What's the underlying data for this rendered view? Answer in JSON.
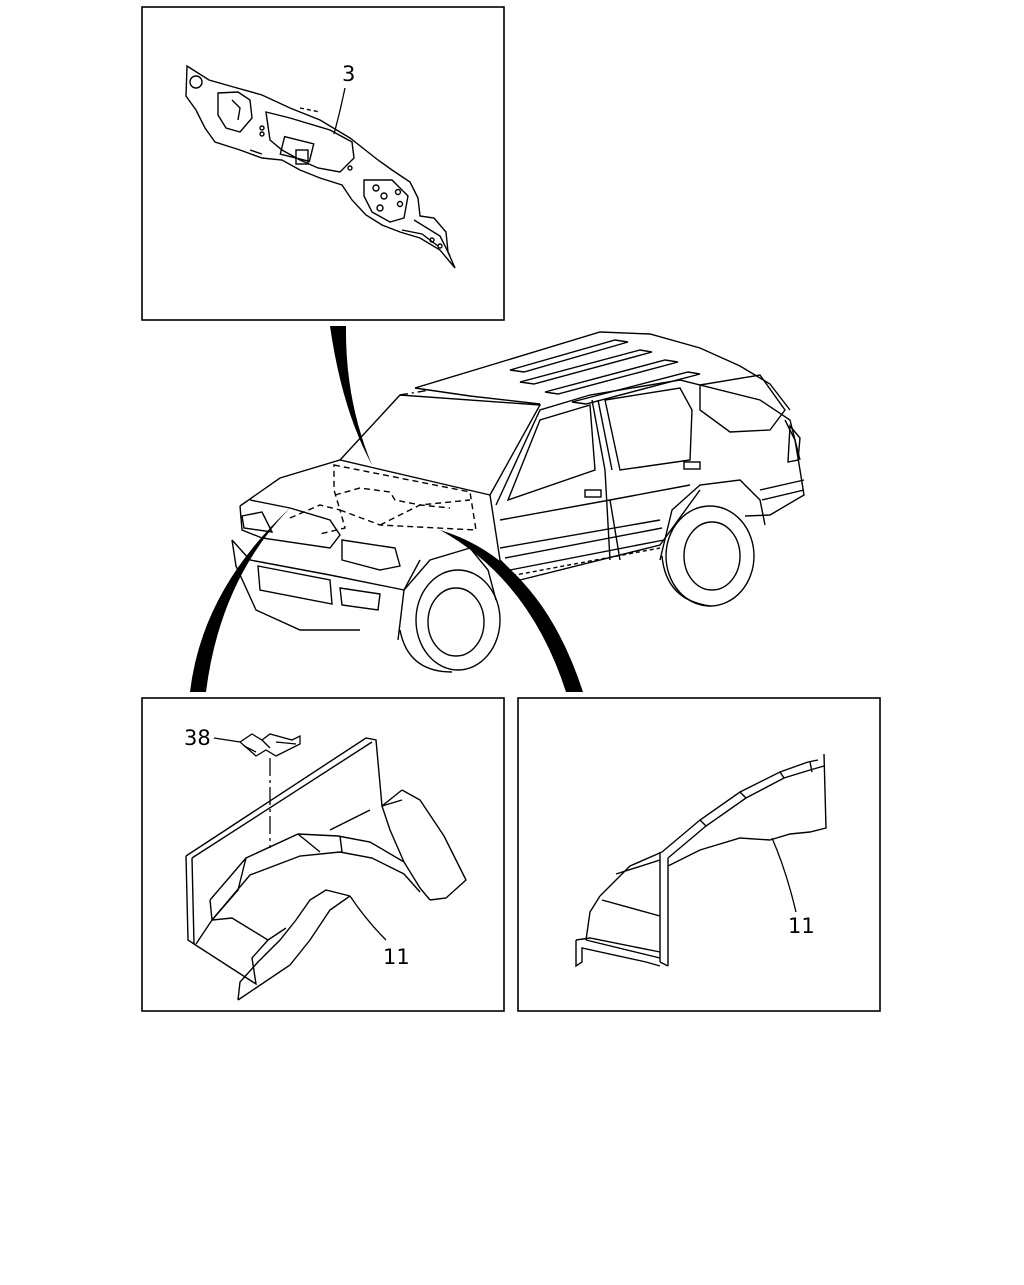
{
  "diagram": {
    "panels": [
      {
        "id": "top",
        "callouts": [
          "3"
        ]
      },
      {
        "id": "bottom-left",
        "callouts": [
          "38",
          "11"
        ]
      },
      {
        "id": "bottom-right",
        "callouts": [
          "11"
        ]
      }
    ]
  },
  "colors": {
    "line": "#000000",
    "background": "#ffffff"
  }
}
